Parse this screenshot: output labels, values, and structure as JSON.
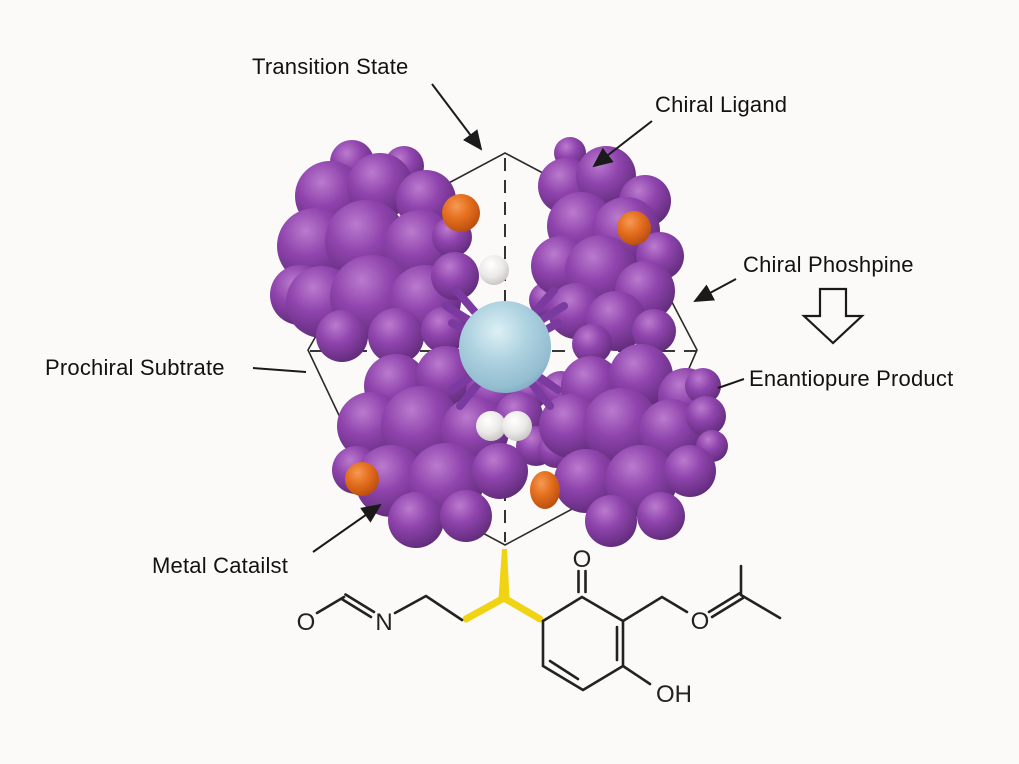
{
  "labels": {
    "transition_state": "Transition State",
    "chiral_ligand": "Chiral Ligand",
    "chiral_phoshpine": "Chiral Phoshpine",
    "prochiral_subtrate": "Prochiral Subtrate",
    "enantiopure_product": "Enantiopure Product",
    "metal_catailst": "Metal Catailst"
  },
  "molecule": {
    "atoms": {
      "aldehyde_o": "O",
      "imine_n": "N",
      "ketone_o": "O",
      "ether_o": "O",
      "hydroxyl_oh": "OH"
    }
  },
  "colors": {
    "background": "#fbfaf9",
    "outline_black": "#2a2a2a",
    "label_text": "#121212",
    "ligand_purple": "#8a3fa8",
    "ligand_purple_highlight": "#b977cd",
    "ligand_purple_shadow": "#5e2a78",
    "substituent_orange": "#e2641f",
    "metal_blue": "#a3ccdb",
    "metal_blue_highlight": "#ddf0f5",
    "hydrogen_white": "#efedeb",
    "chiral_bond_yellow": "#f0d313",
    "bond_black": "#222222"
  }
}
